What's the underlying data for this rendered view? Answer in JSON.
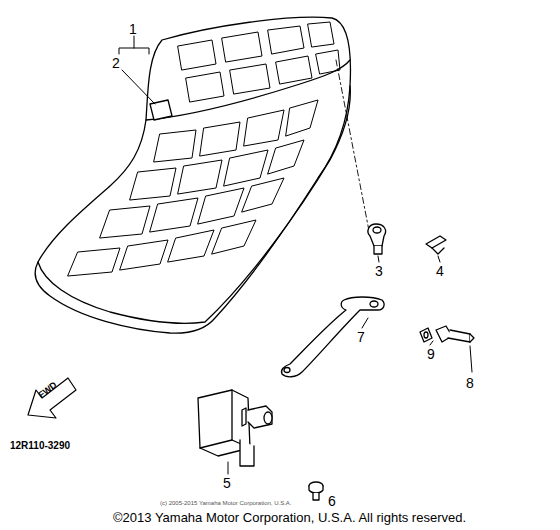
{
  "diagram": {
    "caption": "©2013 Yamaha Motor Corporation, U.S.A. All rights reserved.",
    "labels": [
      "1",
      "2",
      "3",
      "4",
      "5",
      "6",
      "7",
      "8",
      "9",
      "FWD",
      "12R110-3290",
      "(c) 2005-2015 Yamaha Motor Corporation, U.S.A."
    ]
  }
}
